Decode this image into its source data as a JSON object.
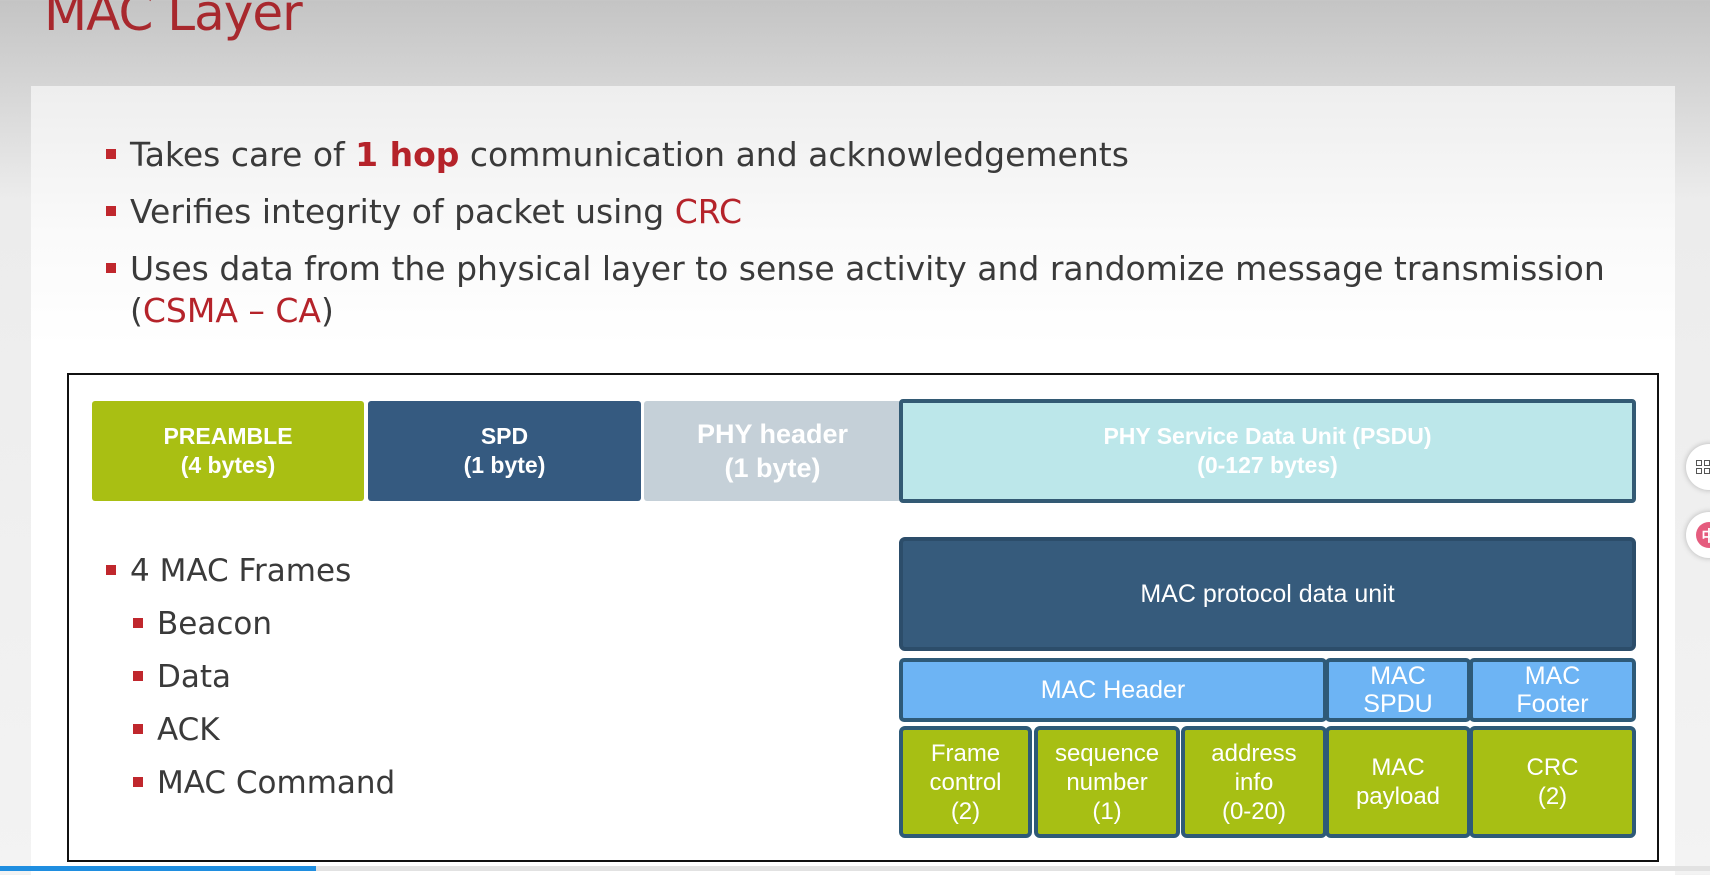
{
  "slide": {
    "title": "MAC Layer",
    "bullets": {
      "b1": {
        "before": "Takes care of ",
        "highlight": "1 hop",
        "after": " communication and acknowledgements"
      },
      "b2": {
        "before": "Verifies integrity of packet using ",
        "highlight": "CRC"
      },
      "b3": {
        "before": "Uses data from the physical layer to sense activity and randomize message transmission (",
        "highlight": "CSMA – CA",
        "after": ")"
      }
    },
    "frames": {
      "heading": "4 MAC Frames",
      "items": [
        "Beacon",
        "Data",
        "ACK",
        "MAC Command"
      ]
    }
  },
  "diagram": {
    "phy": {
      "preamble": "PREAMBLE\n(4 bytes)",
      "spd": "SPD\n(1 byte)",
      "phy_header": "PHY header\n(1 byte)",
      "psdu": "PHY Service Data Unit (PSDU)\n(0-127 bytes)"
    },
    "mpdu": "MAC protocol data unit",
    "mac": {
      "header": "MAC Header",
      "spdu": "MAC\nSPDU",
      "footer": "MAC\nFooter"
    },
    "fields": {
      "frame_control": "Frame\ncontrol\n(2)",
      "sequence_number": "sequence\nnumber\n(1)",
      "address_info": "address\ninfo\n(0-20)",
      "payload": "MAC\npayload",
      "crc": "CRC\n(2)"
    }
  },
  "player": {
    "progress": 0.185
  },
  "colors": {
    "accent_red": "#b5232a",
    "lime": "#a9bf13",
    "navy": "#355a80",
    "sky": "#6db4f4",
    "light_cyan": "#bce7ea"
  },
  "icons": {
    "grid": "grid-icon",
    "lang": "language-icon"
  },
  "side_buttons": {
    "lang_glyph": "中"
  }
}
